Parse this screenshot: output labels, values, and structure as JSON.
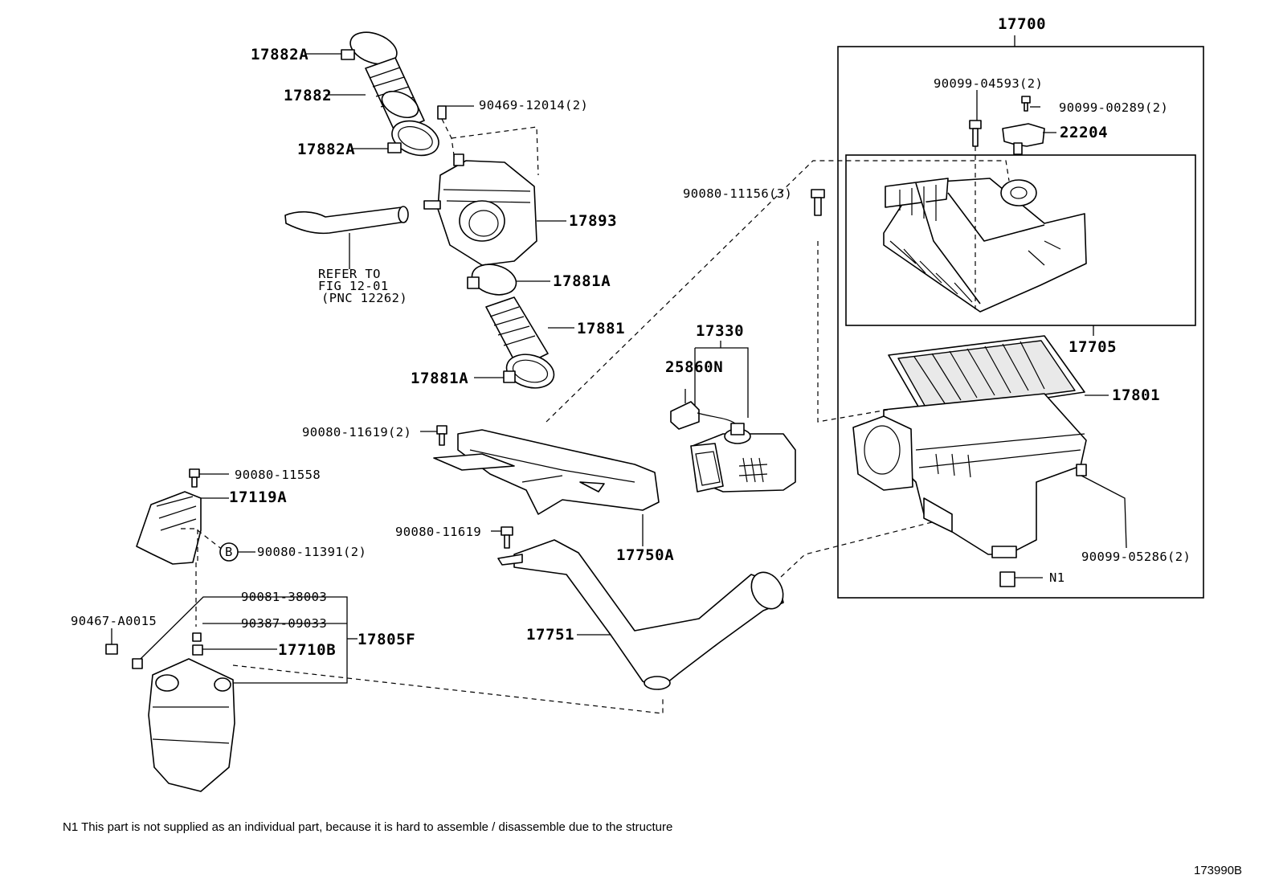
{
  "labels": {
    "p17700": "17700",
    "p17882A_top": "17882A",
    "p17882": "17882",
    "p17882A_bot": "17882A",
    "p90469": "90469-12014(2)",
    "p17893": "17893",
    "refer1": "REFER TO",
    "refer2": "FIG 12-01",
    "refer3": "(PNC 12262)",
    "p17881A_top": "17881A",
    "p17881": "17881",
    "p17881A_bot": "17881A",
    "p90099_04593": "90099-04593(2)",
    "p90099_00289": "90099-00289(2)",
    "p22204": "22204",
    "p90080_11156": "90080-11156(3)",
    "p17705": "17705",
    "p17330": "17330",
    "p25860N": "25860N",
    "p17801": "17801",
    "p90080_11619_2": "90080-11619(2)",
    "p90080_11558": "90080-11558",
    "p17119A": "17119A",
    "b_marker": "B",
    "p90080_11391": "90080-11391(2)",
    "p90080_11619": "90080-11619",
    "p17750A": "17750A",
    "p90099_05286": "90099-05286(2)",
    "n1": "N1",
    "p90081": "90081-38003",
    "p90467": "90467-A0015",
    "p90387": "90387-09033",
    "p17805F": "17805F",
    "p17710B": "17710B",
    "p17751": "17751"
  },
  "footnote": "N1  This part is not supplied as an individual part, because it is hard to assemble / disassemble due to the structure",
  "figure_id": "173990B"
}
